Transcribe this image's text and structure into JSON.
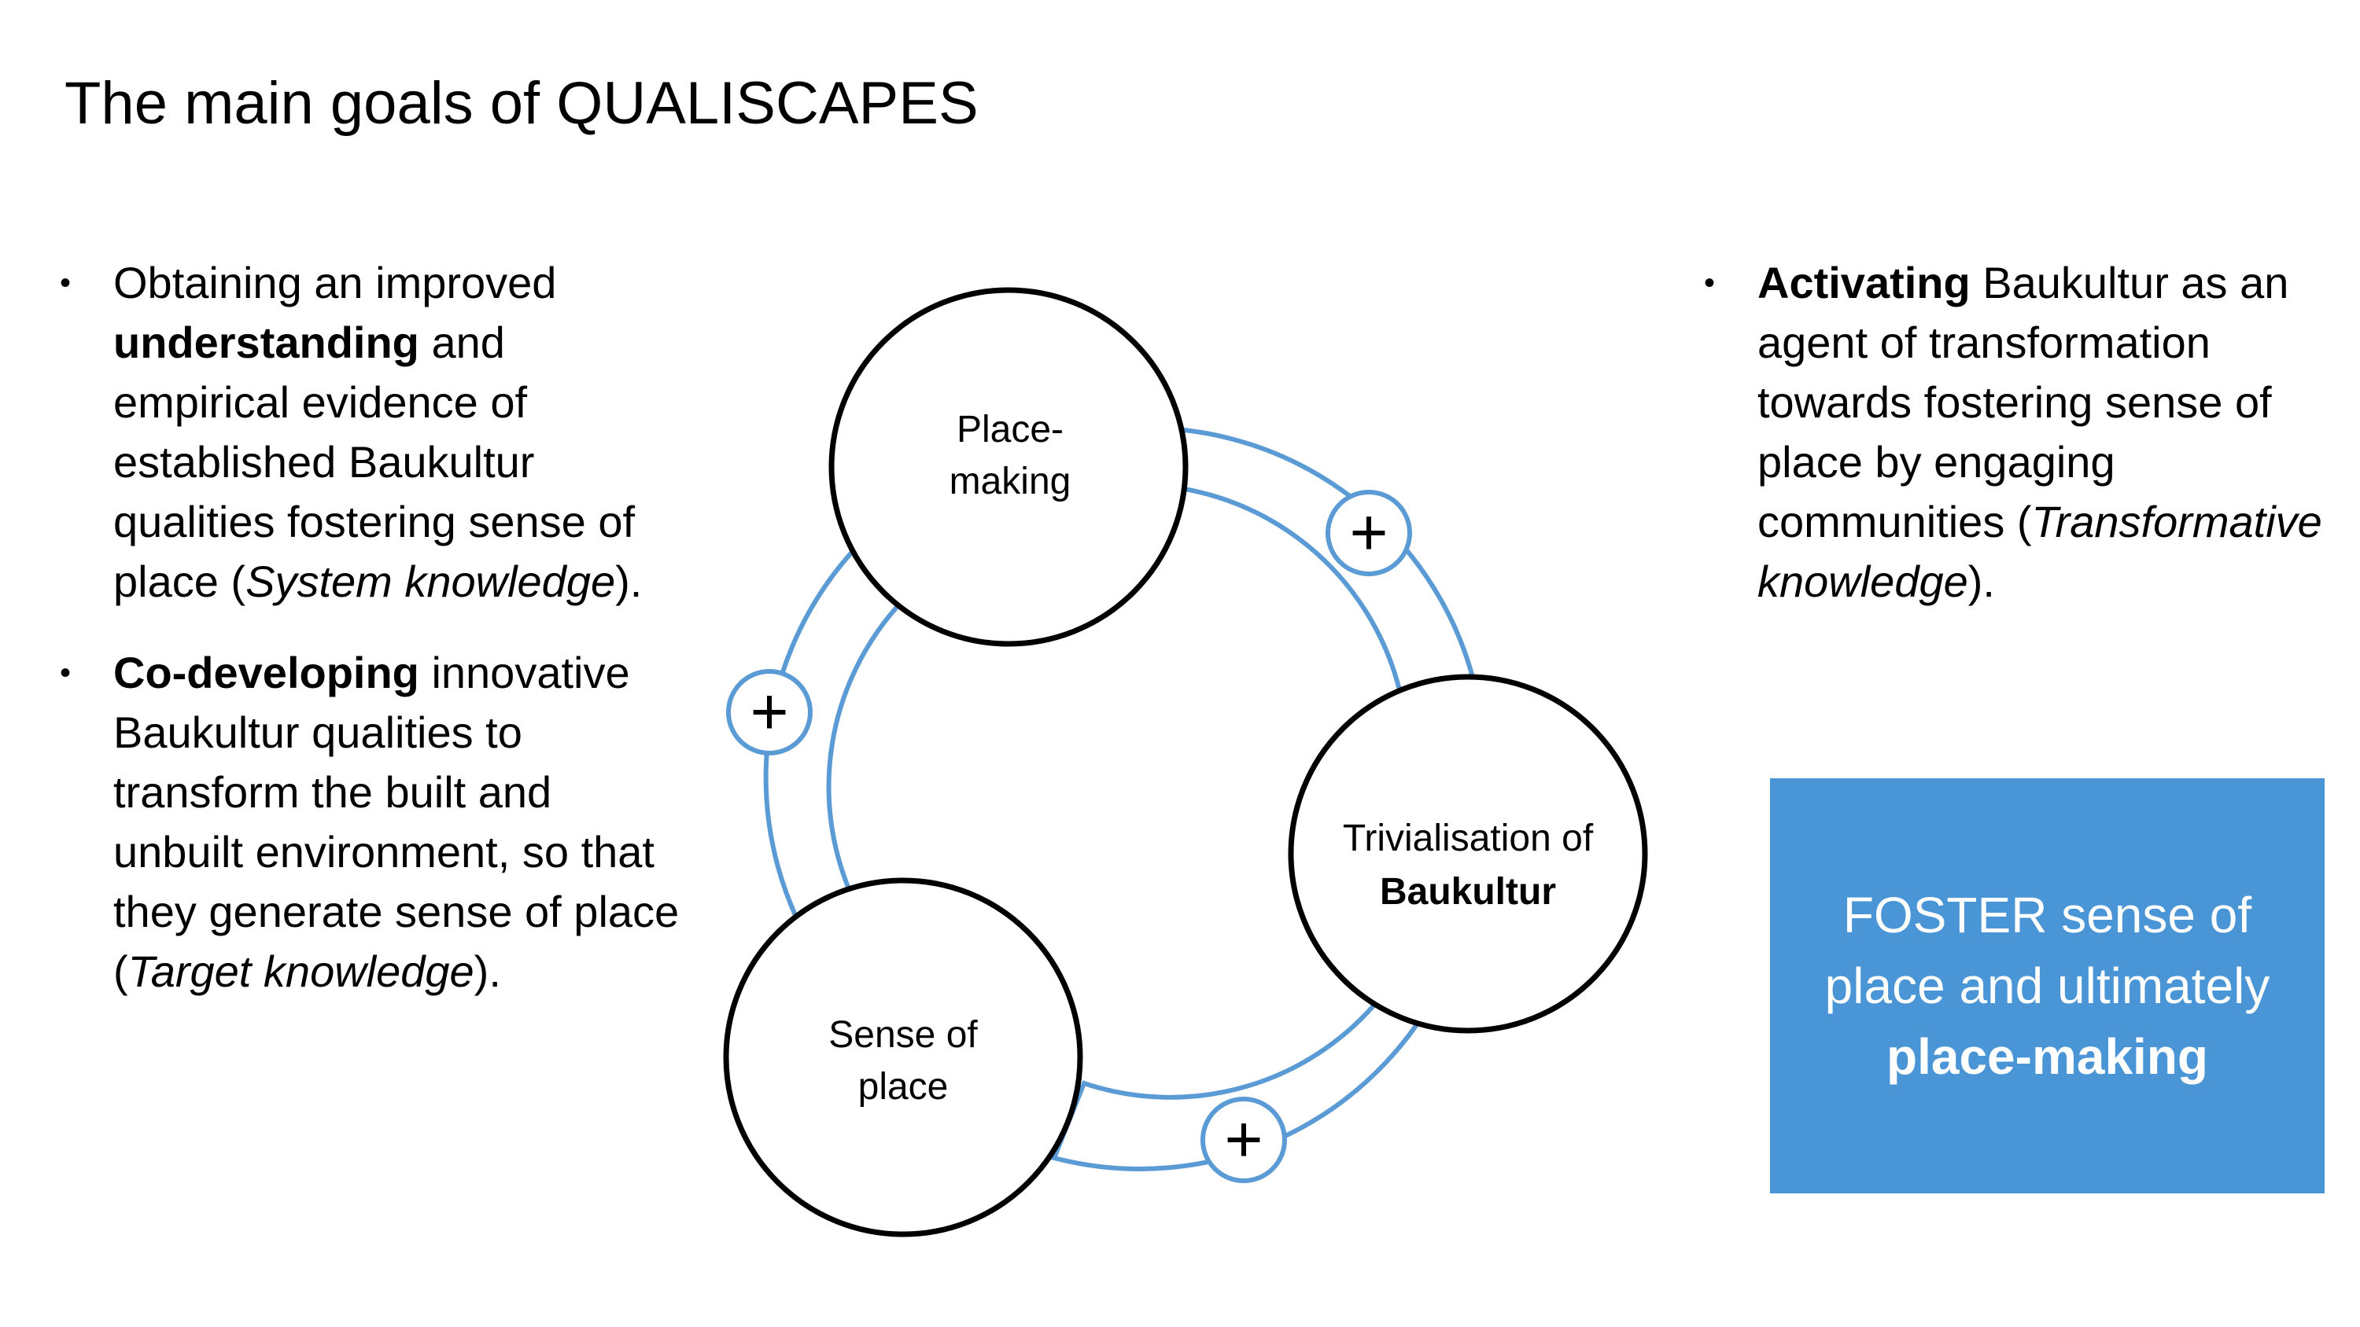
{
  "title": "The main goals of QUALISCAPES",
  "left_bullets": [
    {
      "segments": [
        {
          "text": "Obtaining an improved "
        },
        {
          "text": "understanding",
          "style": "bold"
        },
        {
          "text": " and empirical evidence of established Baukultur qualities fostering sense of place ("
        },
        {
          "text": "System knowledge",
          "style": "italic"
        },
        {
          "text": ")."
        }
      ]
    },
    {
      "segments": [
        {
          "text": "Co-developing",
          "style": "bold"
        },
        {
          "text": " innovative Baukultur qualities to transform the built and unbuilt environment, so that they generate sense of place ("
        },
        {
          "text": "Target knowledge",
          "style": "italic"
        },
        {
          "text": ")."
        }
      ]
    }
  ],
  "right_bullets": [
    {
      "segments": [
        {
          "text": "Activating",
          "style": "bold"
        },
        {
          "text": " Baukultur as an agent of transformation towards fostering sense of place by engaging communities ("
        },
        {
          "text": "Transformative knowledge",
          "style": "italic"
        },
        {
          "text": ")."
        }
      ]
    }
  ],
  "diagram": {
    "nodes": {
      "place_making": [
        "Place-",
        "making"
      ],
      "trivialisation": {
        "line1": "Trivialisation of",
        "line2": "Baukultur"
      },
      "sense_of_place": [
        "Sense of",
        "place"
      ]
    },
    "plus_symbol": "+",
    "colors": {
      "arrow": "#5b9bd5",
      "circle": "#000000"
    }
  },
  "foster_box": {
    "line1": "FOSTER sense of",
    "line2": "place and ultimately",
    "line3": "place-making",
    "background": "#4a95d6"
  }
}
